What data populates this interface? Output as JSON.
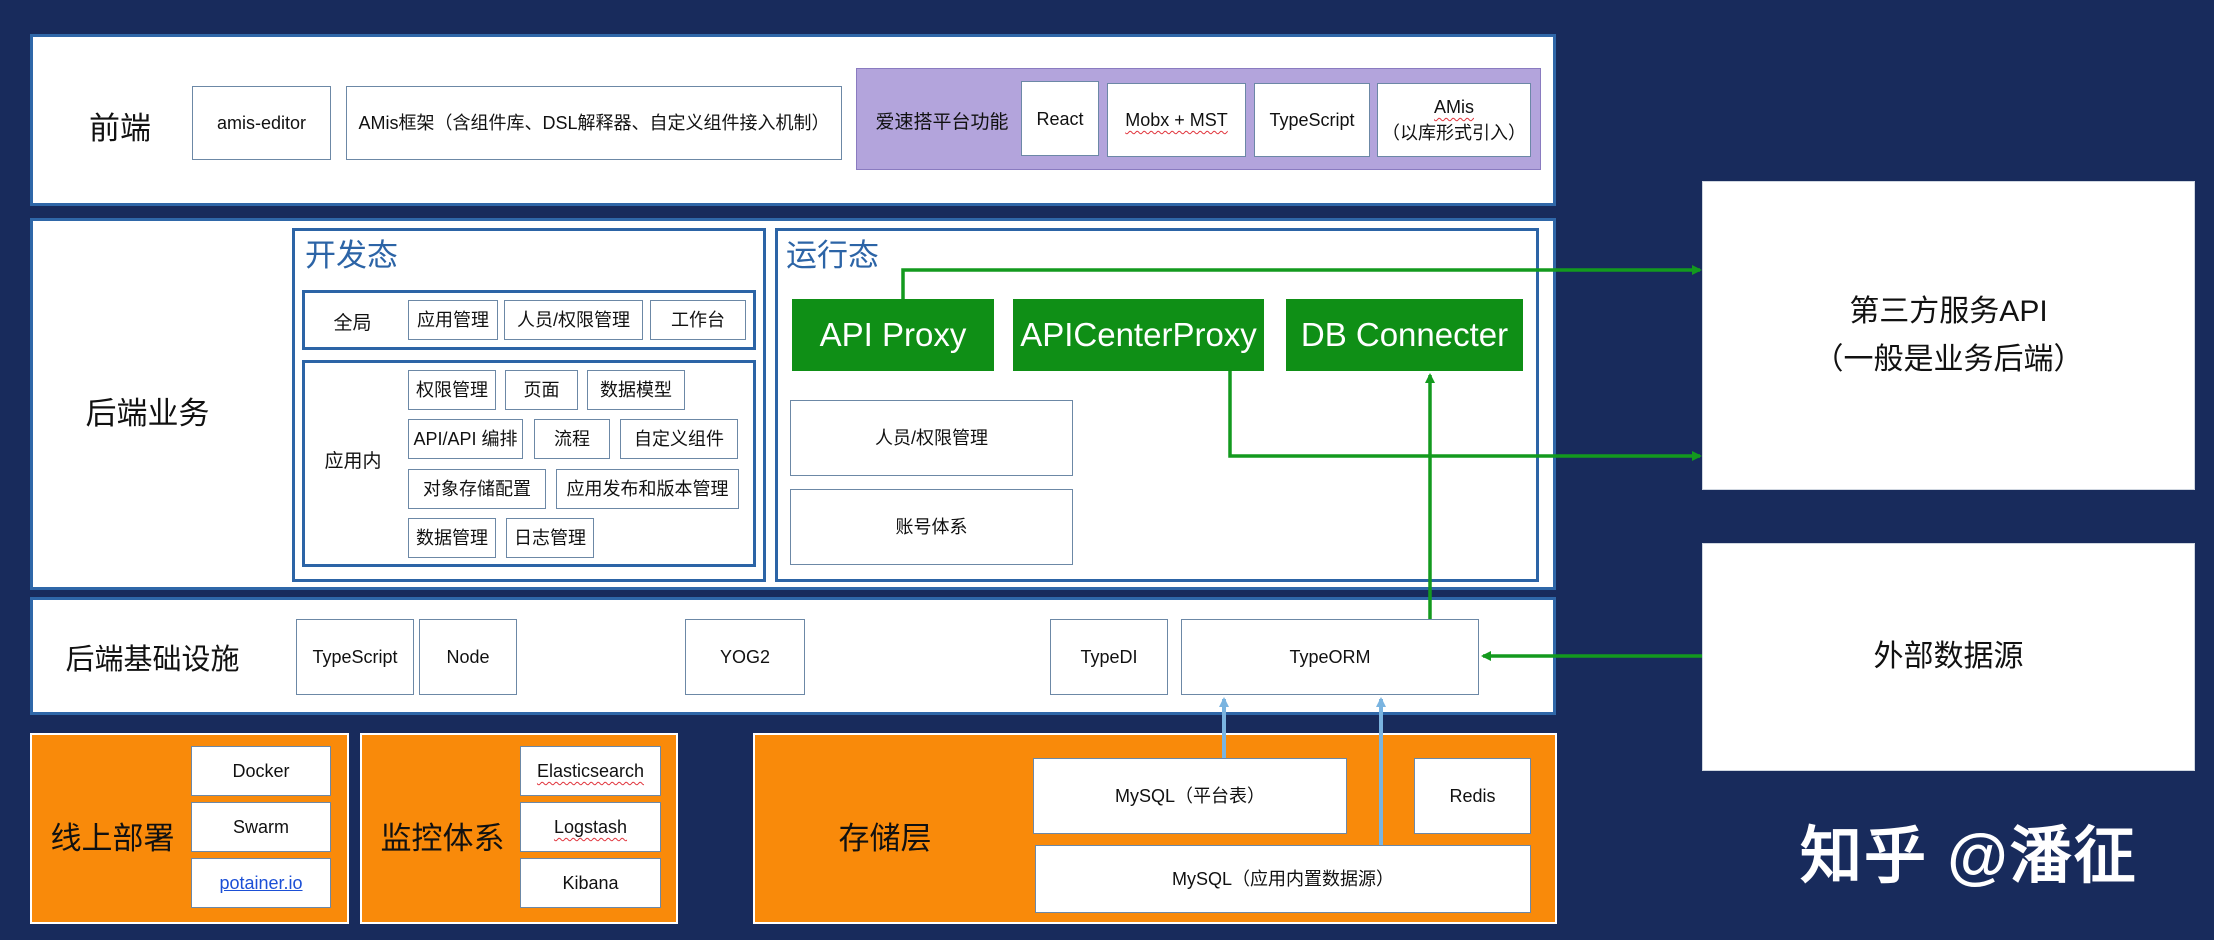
{
  "frontend": {
    "title": "前端",
    "editor": "amis-editor",
    "amis_framework": "AMis框架（含组件库、DSL解释器、自定义组件接入机制）",
    "platform_label": "爱速搭平台功能",
    "react": "React",
    "mobx": "Mobx + MST",
    "typescript": "TypeScript",
    "amis_lib_line1": "AMis",
    "amis_lib_line2": "（以库形式引入）"
  },
  "backend": {
    "title": "后端业务",
    "dev": {
      "title": "开发态",
      "global_label": "全局",
      "global_items": [
        "应用管理",
        "人员/权限管理",
        "工作台"
      ],
      "app_label": "应用内",
      "app_items": [
        "权限管理",
        "页面",
        "数据模型",
        "API/API 编排",
        "流程",
        "自定义组件",
        "对象存储配置",
        "应用发布和版本管理",
        "数据管理",
        "日志管理"
      ]
    },
    "runtime": {
      "title": "运行态",
      "api_proxy": "API Proxy",
      "api_center_proxy": "APICenterProxy",
      "db_connecter": "DB Connecter",
      "user_perm": "人员/权限管理",
      "account": "账号体系"
    }
  },
  "infra": {
    "title": "后端基础设施",
    "typescript": "TypeScript",
    "node": "Node",
    "yog2": "YOG2",
    "typedi": "TypeDI",
    "typeorm": "TypeORM"
  },
  "deploy": {
    "title": "线上部署",
    "items": [
      "Docker",
      "Swarm",
      "potainer.io"
    ]
  },
  "monitor": {
    "title": "监控体系",
    "items": [
      "Elasticsearch",
      "Logstash",
      "Kibana"
    ]
  },
  "storage": {
    "title": "存储层",
    "mysql_platform": "MySQL（平台表）",
    "redis": "Redis",
    "mysql_app": "MySQL（应用内置数据源）"
  },
  "external": {
    "third_party_line1": "第三方服务API",
    "third_party_line2": "（一般是业务后端）",
    "external_data": "外部数据源"
  },
  "watermark": "知乎 @潘征",
  "colors": {
    "background": "#182b5c",
    "green_arrow": "#139a1e",
    "blue_arrow": "#7ab4e0",
    "orange": "#f98a0a",
    "lilac": "#b3a4dc"
  }
}
